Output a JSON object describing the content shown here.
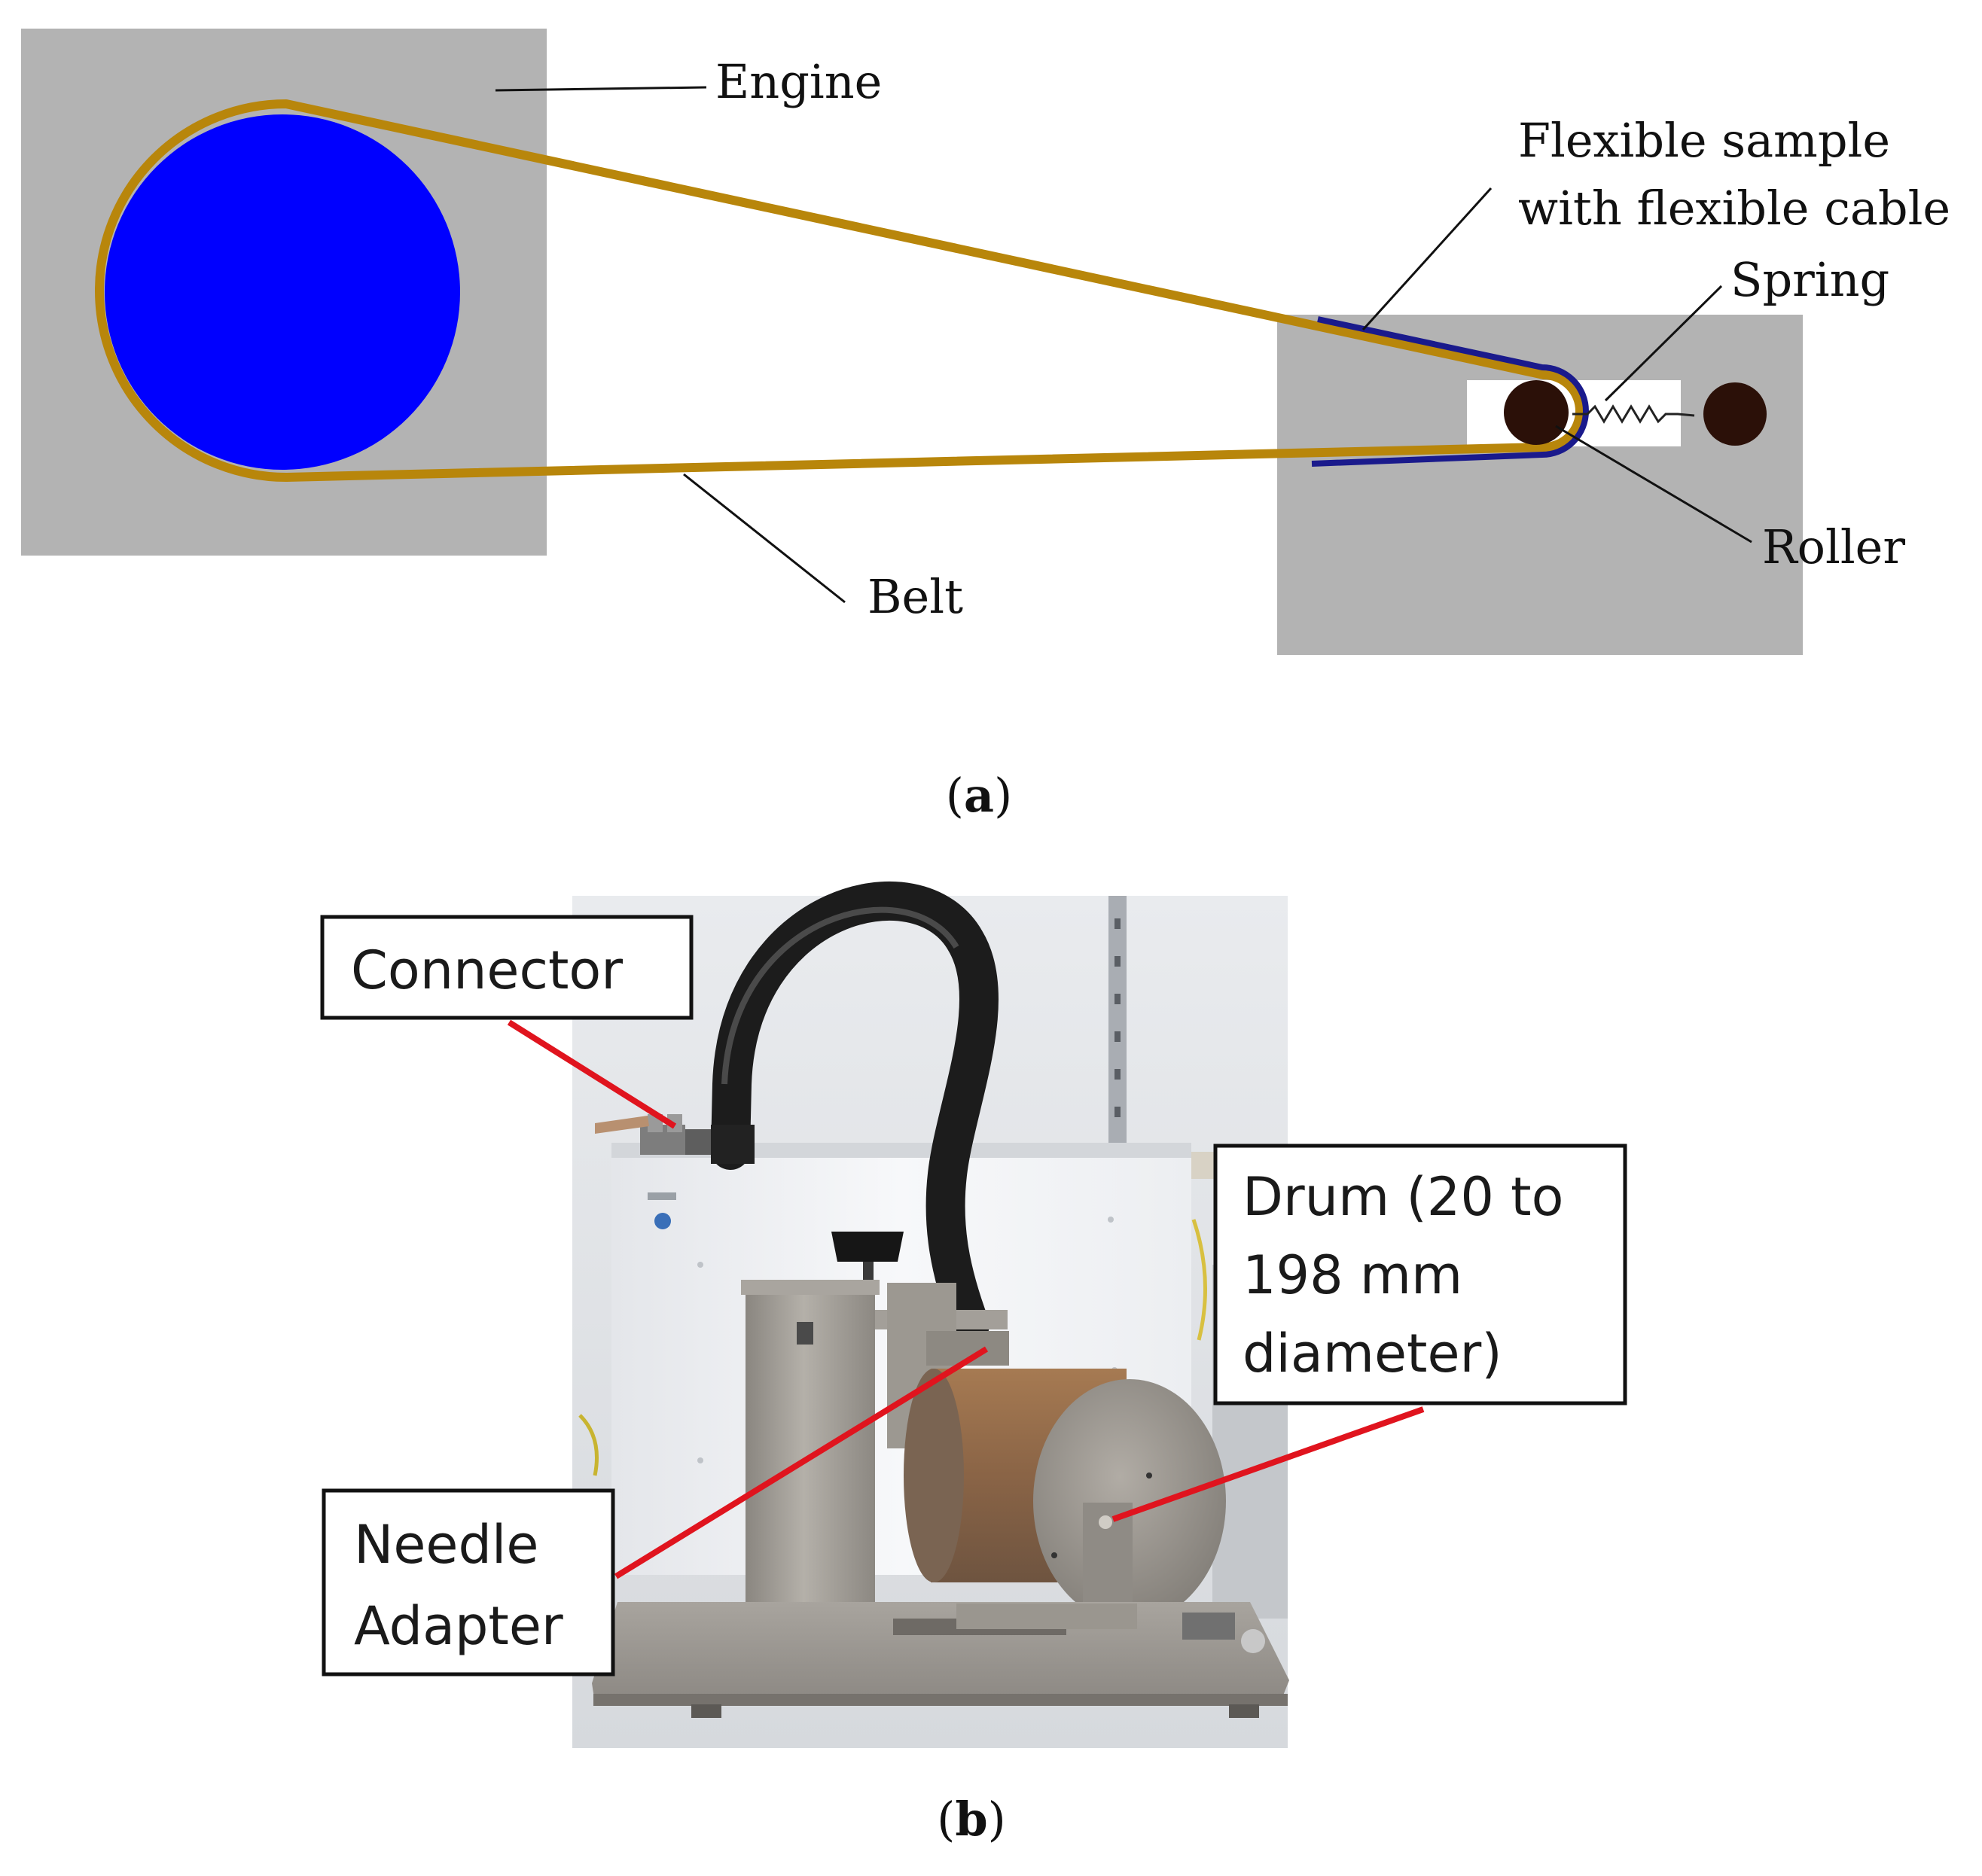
{
  "panel_a": {
    "labels": {
      "engine": "Engine",
      "flexible_sample_line1": "Flexible sample",
      "flexible_sample_line2": "with flexible cable",
      "spring": "Spring",
      "roller": "Roller",
      "belt": "Belt"
    },
    "caption": {
      "open": "(",
      "letter": "a",
      "close": ")"
    }
  },
  "panel_b": {
    "labels": {
      "connector": "Connector",
      "drum_line1": "Drum (20 to",
      "drum_line2": "198 mm",
      "drum_line3": "diameter)",
      "needle_line1": "Needle",
      "needle_line2": "Adapter"
    },
    "caption": {
      "open": "(",
      "letter": "b",
      "close": ")"
    }
  },
  "colors": {
    "panel_gray": "#b3b3b3",
    "engine_pulley": "#0000ff",
    "belt": "#b8860b",
    "sample_cable": "#1a1a8c",
    "roller": "#2b1008",
    "callout_line": "#e0141e"
  }
}
